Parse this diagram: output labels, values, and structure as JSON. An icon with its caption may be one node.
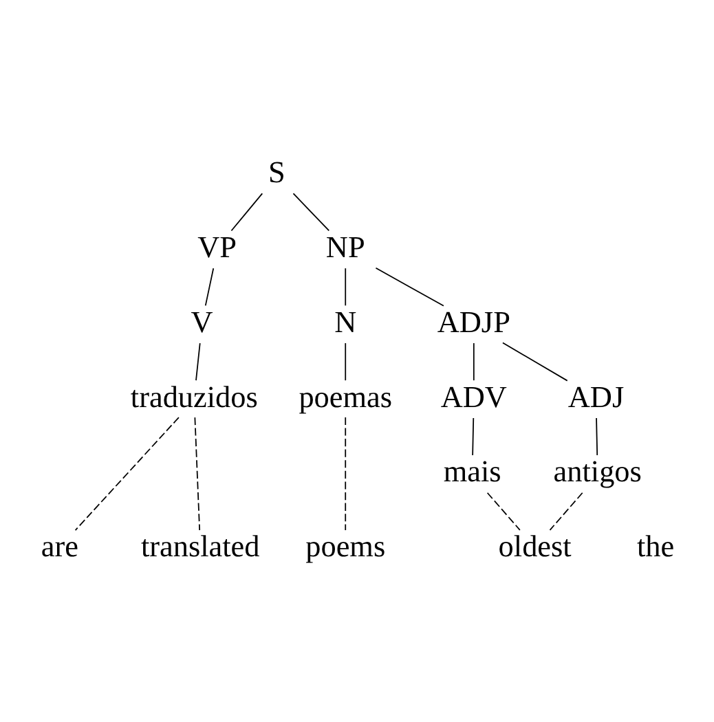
{
  "diagram": {
    "nodes": [
      {
        "text": [
          "S"
        ]
      },
      {
        "text": [
          "VP"
        ]
      },
      {
        "text": [
          "NP"
        ]
      },
      {
        "text": [
          "V"
        ]
      },
      {
        "text": [
          "N"
        ]
      },
      {
        "text": [
          "ADJP"
        ]
      },
      {
        "text": [
          "traduzidos"
        ]
      },
      {
        "text": [
          "poemas"
        ]
      },
      {
        "text": [
          "ADV"
        ]
      },
      {
        "text": [
          "ADJ"
        ]
      },
      {
        "text": [
          "mais"
        ]
      },
      {
        "text": [
          "antigos"
        ]
      },
      {
        "text": [
          "oldest"
        ]
      },
      {
        "text": [
          "poems"
        ]
      },
      {
        "text": [
          "are"
        ]
      },
      {
        "text": [
          "translated"
        ]
      }
    ],
    "edges": [
      {
        "from": 0,
        "to": 1,
        "arrow": "none"
      },
      {
        "from": 0,
        "to": 2,
        "arrow": "none"
      },
      {
        "from": 1,
        "to": 3,
        "arrow": "none"
      },
      {
        "from": 2,
        "to": 4,
        "arrow": "none"
      },
      {
        "from": 2,
        "to": 5,
        "arrow": "none"
      },
      {
        "from": 3,
        "to": 6,
        "arrow": "none"
      },
      {
        "from": 4,
        "to": 7,
        "arrow": "none"
      },
      {
        "from": 5,
        "to": 8,
        "arrow": "none"
      },
      {
        "from": 5,
        "to": 9,
        "arrow": "none"
      },
      {
        "from": 8,
        "to": 10,
        "arrow": "none"
      },
      {
        "from": 9,
        "to": 11,
        "arrow": "none"
      },
      {
        "from": 6,
        "to": 14,
        "arrow": "none",
        "style": "dashed"
      },
      {
        "from": 6,
        "to": 15,
        "arrow": "none",
        "style": "dashed"
      },
      {
        "from": 7,
        "to": 13,
        "arrow": "none",
        "style": "dashed"
      },
      {
        "from": 10,
        "to": 12,
        "arrow": "none",
        "style": "dashed"
      },
      {
        "from": 11,
        "to": 12,
        "arrow": "none",
        "style": "dashed"
      }
    ],
    "labels": [
      "the"
    ]
  }
}
